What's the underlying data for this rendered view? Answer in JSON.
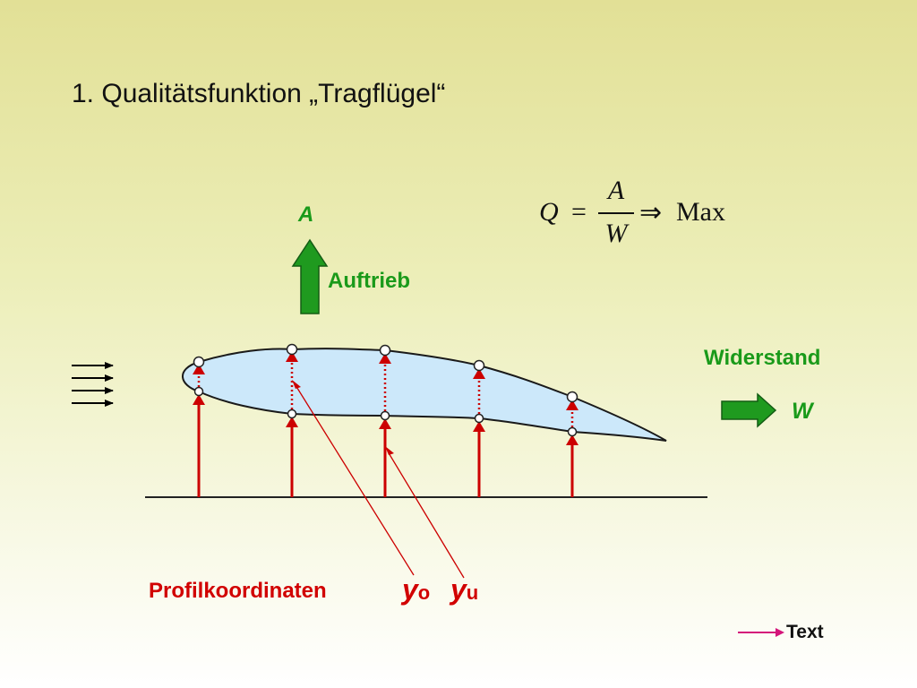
{
  "slide": {
    "title": "1. Qualitätsfunktion „Tragflügel“"
  },
  "formula": {
    "q": "Q",
    "equals": "=",
    "numerator": "A",
    "denominator": "W",
    "implies": "⇒",
    "target": "Max"
  },
  "labels": {
    "lift_symbol": "A",
    "lift_text": "Auftrieb",
    "drag_text": "Widerstand",
    "drag_symbol": "W",
    "profile_coordinates": "Profilkoordinaten",
    "y_upper_main": "y",
    "y_upper_sub": "o",
    "y_lower_main": "y",
    "y_lower_sub": "u"
  },
  "nav": {
    "text_link": "Text"
  },
  "colors": {
    "green_arrow": "#1f9a1f",
    "airfoil_fill": "#cce8fa",
    "red": "#cc0000",
    "magenta": "#d4147a"
  },
  "icons": {
    "flow_arrows": "right-arrows-icon",
    "lift_arrow": "up-arrow-icon",
    "drag_arrow": "right-arrow-icon"
  }
}
